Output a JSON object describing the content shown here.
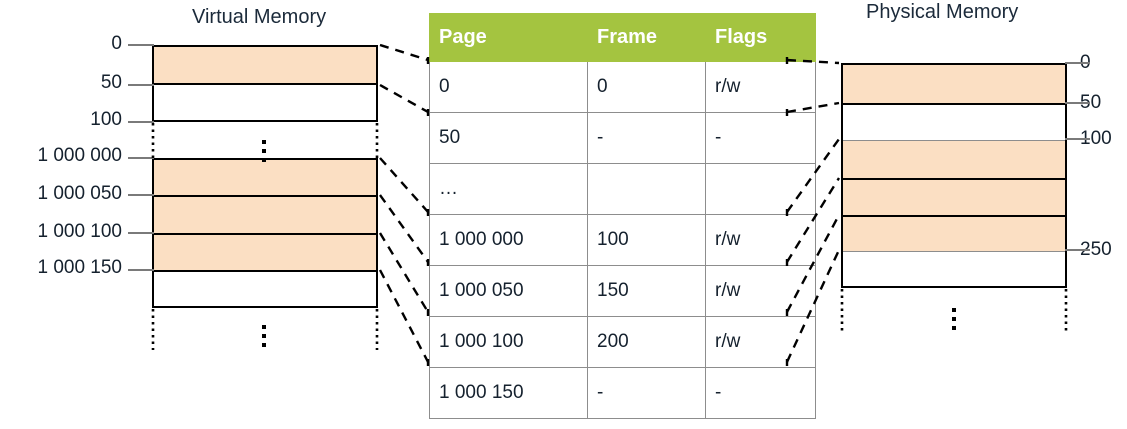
{
  "diagram": {
    "title_left": "Virtual Memory",
    "title_right": "Physical Memory",
    "accent_header_color": "#a4c440",
    "mapped_fill_color": "#fbdfc3",
    "outline_color": "#000000",
    "connector_style": "dashed"
  },
  "virtual_memory": {
    "label": "Virtual Memory",
    "address_labels": [
      "0",
      "50",
      "100",
      "1 000 000",
      "1 000 050",
      "1 000 100",
      "1 000 150"
    ],
    "regions": [
      {
        "from": "0",
        "mapped": true
      },
      {
        "from": "50",
        "mapped": false
      },
      {
        "from": "1 000 000",
        "mapped": true
      },
      {
        "from": "1 000 050",
        "mapped": true
      },
      {
        "from": "1 000 100",
        "mapped": true
      },
      {
        "from": "1 000 150",
        "mapped": false
      }
    ],
    "ellipsis": "vertical-dots"
  },
  "physical_memory": {
    "label": "Physical Memory",
    "address_labels": [
      "0",
      "50",
      "100",
      "250"
    ],
    "regions": [
      {
        "from": "0",
        "used": true
      },
      {
        "from": "50",
        "used": false
      },
      {
        "from": "100",
        "used": true
      },
      {
        "from": "150",
        "used": true
      },
      {
        "from": "200",
        "used": true
      },
      {
        "from": "250",
        "used": false
      }
    ],
    "ellipsis": "vertical-dots"
  },
  "page_table": {
    "headers": [
      "Page",
      "Frame",
      "Flags"
    ],
    "rows": [
      {
        "page": "0",
        "frame": "0",
        "flags": "r/w"
      },
      {
        "page": "50",
        "frame": "-",
        "flags": "-"
      },
      {
        "page": "…",
        "frame": "",
        "flags": ""
      },
      {
        "page": "1 000 000",
        "frame": "100",
        "flags": "r/w"
      },
      {
        "page": "1 000 050",
        "frame": "150",
        "flags": "r/w"
      },
      {
        "page": "1 000 100",
        "frame": "200",
        "flags": "r/w"
      },
      {
        "page": "1 000 150",
        "frame": "-",
        "flags": "-"
      }
    ]
  }
}
